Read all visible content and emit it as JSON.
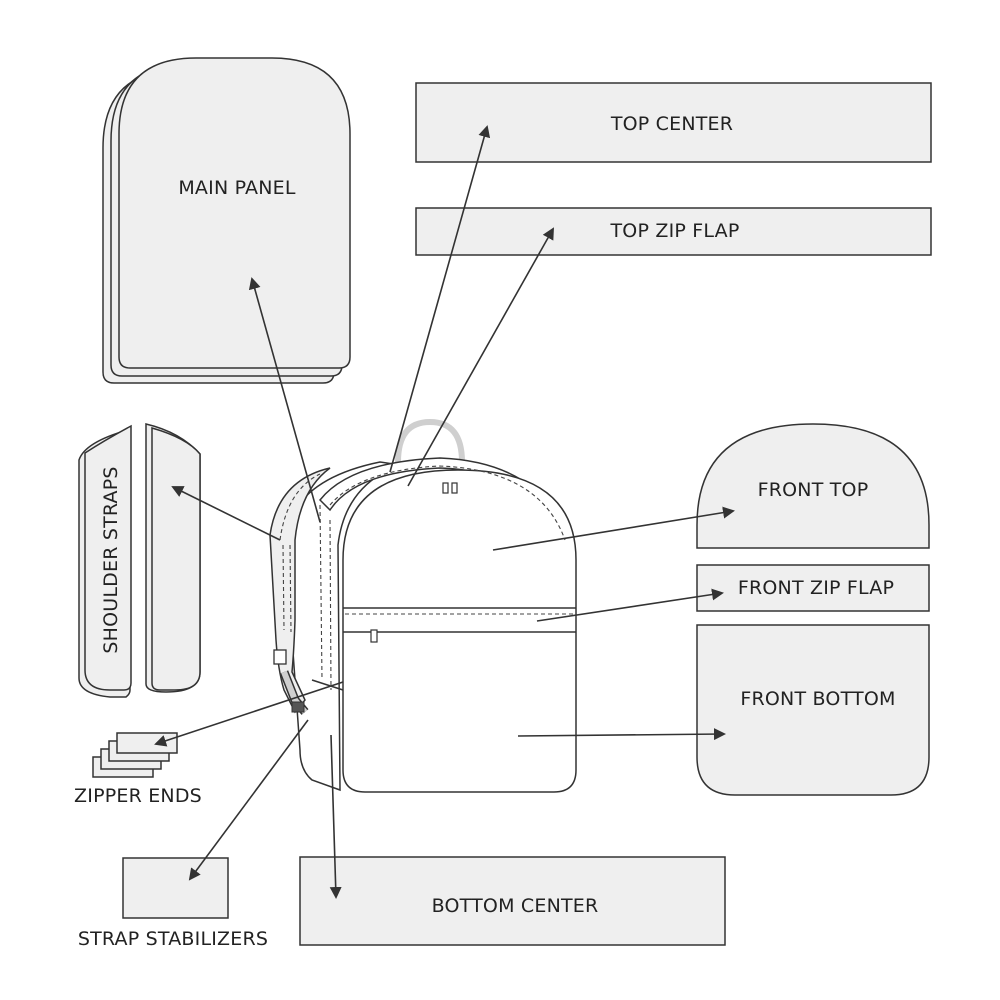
{
  "labels": {
    "main_panel": "MAIN PANEL",
    "top_center": "TOP CENTER",
    "top_zip_flap": "TOP ZIP FLAP",
    "shoulder_straps": "SHOULDER STRAPS",
    "front_top": "FRONT TOP",
    "front_zip_flap": "FRONT ZIP FLAP",
    "front_bottom": "FRONT BOTTOM",
    "zipper_ends": "ZIPPER ENDS",
    "strap_stabilizers": "STRAP STABILIZERS",
    "bottom_center": "BOTTOM CENTER"
  },
  "colors": {
    "piece_fill": "#efefef",
    "outline": "#333333",
    "background": "#ffffff"
  }
}
